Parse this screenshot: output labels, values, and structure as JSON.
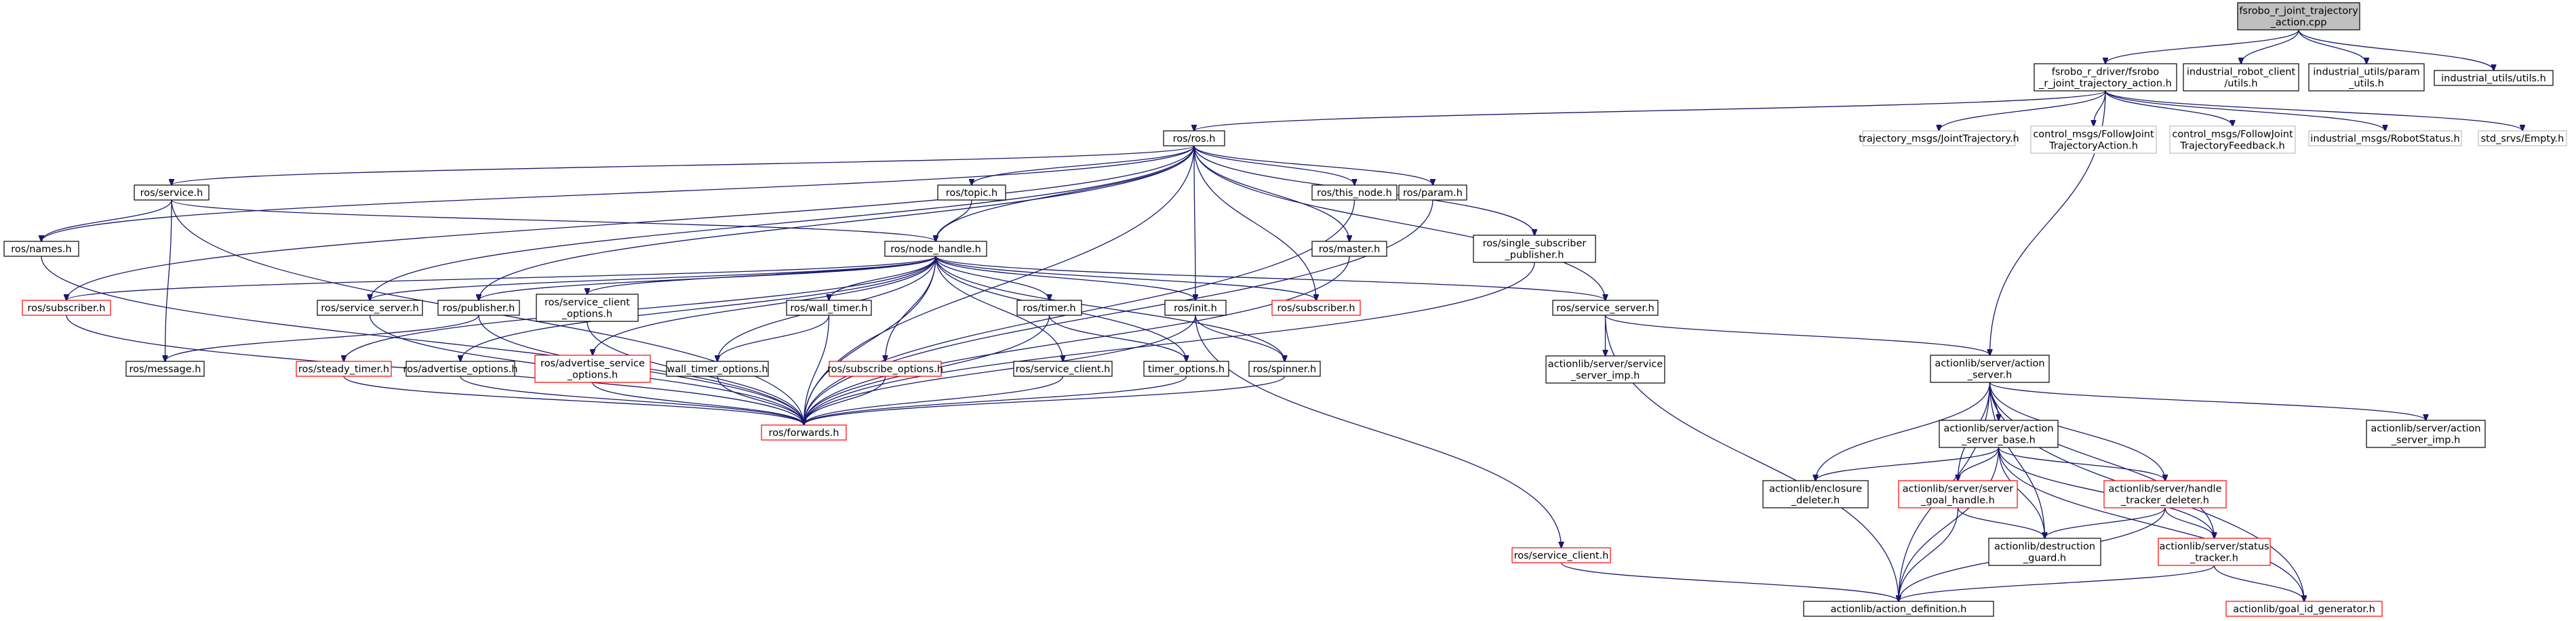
{
  "graph": {
    "colors": {
      "edge_main": "#191970",
      "edge_ros_h": "#191970",
      "edge_service_client": "#191970",
      "node_border": "#000000",
      "node_border_grey": "#bfbfbf",
      "node_border_red": "#ff0000",
      "root_fill": "#bfbfbf"
    },
    "nodes": [
      {
        "id": "root",
        "style": "root",
        "lines": [
          "fsrobo_r_joint_trajectory",
          "_action.cpp"
        ]
      },
      {
        "id": "driver_h",
        "style": "black",
        "lines": [
          "fsrobo_r_driver/fsrobo",
          "_r_joint_trajectory_action.h"
        ]
      },
      {
        "id": "ind_robot_client_utils",
        "style": "black",
        "lines": [
          "industrial_robot_client",
          "/utils.h"
        ]
      },
      {
        "id": "ind_utils_param",
        "style": "black",
        "lines": [
          "industrial_utils/param",
          "_utils.h"
        ]
      },
      {
        "id": "ind_utils_utils",
        "style": "black",
        "lines": [
          "industrial_utils/utils.h"
        ]
      },
      {
        "id": "ros_ros_h",
        "style": "black",
        "lines": [
          "ros/ros.h"
        ]
      },
      {
        "id": "traj_msgs",
        "style": "grey",
        "lines": [
          "trajectory_msgs/JointTrajectory.h"
        ]
      },
      {
        "id": "ctrl_action",
        "style": "grey",
        "lines": [
          "control_msgs/FollowJoint",
          "TrajectoryAction.h"
        ]
      },
      {
        "id": "ctrl_feedback",
        "style": "grey",
        "lines": [
          "control_msgs/FollowJoint",
          "TrajectoryFeedback.h"
        ]
      },
      {
        "id": "ind_msgs_status",
        "style": "grey",
        "lines": [
          "industrial_msgs/RobotStatus.h"
        ]
      },
      {
        "id": "std_srvs_empty",
        "style": "grey",
        "lines": [
          "std_srvs/Empty.h"
        ]
      },
      {
        "id": "ros_service_h",
        "style": "black",
        "lines": [
          "ros/service.h"
        ]
      },
      {
        "id": "ros_topic_h",
        "style": "black",
        "lines": [
          "ros/topic.h"
        ]
      },
      {
        "id": "ros_this_node_h",
        "style": "black",
        "lines": [
          "ros/this_node.h"
        ]
      },
      {
        "id": "ros_param_h",
        "style": "black",
        "lines": [
          "ros/param.h"
        ]
      },
      {
        "id": "ros_names_h",
        "style": "black",
        "lines": [
          "ros/names.h"
        ]
      },
      {
        "id": "ros_node_handle_h",
        "style": "black",
        "lines": [
          "ros/node_handle.h"
        ]
      },
      {
        "id": "ros_master_h",
        "style": "black",
        "lines": [
          "ros/master.h"
        ]
      },
      {
        "id": "ros_single_sub",
        "style": "black",
        "lines": [
          "ros/single_subscriber",
          "_publisher.h"
        ]
      },
      {
        "id": "ros_subscriber_h_left",
        "style": "red",
        "lines": [
          "ros/subscriber.h"
        ]
      },
      {
        "id": "ros_service_server_h_left",
        "style": "black",
        "lines": [
          "ros/service_server.h"
        ]
      },
      {
        "id": "ros_publisher_h",
        "style": "black",
        "lines": [
          "ros/publisher.h"
        ]
      },
      {
        "id": "ros_service_client_options",
        "style": "black",
        "lines": [
          "ros/service_client",
          "_options.h"
        ]
      },
      {
        "id": "ros_wall_timer_h",
        "style": "black",
        "lines": [
          "ros/wall_timer.h"
        ]
      },
      {
        "id": "ros_timer_h",
        "style": "black",
        "lines": [
          "ros/timer.h"
        ]
      },
      {
        "id": "ros_init_h",
        "style": "black",
        "lines": [
          "ros/init.h"
        ]
      },
      {
        "id": "ros_subscriber_h_right",
        "style": "red",
        "lines": [
          "ros/subscriber.h"
        ]
      },
      {
        "id": "ros_service_server_h_right",
        "style": "black",
        "lines": [
          "ros/service_server.h"
        ]
      },
      {
        "id": "ros_message_h",
        "style": "black",
        "lines": [
          "ros/message.h"
        ]
      },
      {
        "id": "ros_steady_timer_h",
        "style": "red",
        "lines": [
          "ros/steady_timer.h"
        ]
      },
      {
        "id": "ros_advertise_options_h",
        "style": "black",
        "lines": [
          "ros/advertise_options.h"
        ]
      },
      {
        "id": "ros_advertise_service_options_h",
        "style": "red",
        "lines": [
          "ros/advertise_service",
          "_options.h"
        ]
      },
      {
        "id": "wall_timer_options_h",
        "style": "black",
        "lines": [
          "wall_timer_options.h"
        ]
      },
      {
        "id": "ros_subscribe_options_h",
        "style": "red",
        "lines": [
          "ros/subscribe_options.h"
        ]
      },
      {
        "id": "ros_service_client_h_mid",
        "style": "black",
        "lines": [
          "ros/service_client.h"
        ]
      },
      {
        "id": "timer_options_h",
        "style": "black",
        "lines": [
          "timer_options.h"
        ]
      },
      {
        "id": "ros_spinner_h",
        "style": "black",
        "lines": [
          "ros/spinner.h"
        ]
      },
      {
        "id": "ros_forwards_h",
        "style": "red",
        "lines": [
          "ros/forwards.h"
        ]
      },
      {
        "id": "ros_service_client_h_low",
        "style": "red",
        "lines": [
          "ros/service_client.h"
        ]
      },
      {
        "id": "al_service_server_imp",
        "style": "black",
        "lines": [
          "actionlib/server/service",
          "_server_imp.h"
        ]
      },
      {
        "id": "al_action_server",
        "style": "black",
        "lines": [
          "actionlib/server/action",
          "_server.h"
        ]
      },
      {
        "id": "al_action_server_base",
        "style": "black",
        "lines": [
          "actionlib/server/action",
          "_server_base.h"
        ]
      },
      {
        "id": "al_action_server_imp",
        "style": "black",
        "lines": [
          "actionlib/server/action",
          "_server_imp.h"
        ]
      },
      {
        "id": "al_enclosure_deleter",
        "style": "black",
        "lines": [
          "actionlib/enclosure",
          "_deleter.h"
        ]
      },
      {
        "id": "al_server_goal_handle",
        "style": "red",
        "lines": [
          "actionlib/server/server",
          "_goal_handle.h"
        ]
      },
      {
        "id": "al_handle_tracker_deleter",
        "style": "red",
        "lines": [
          "actionlib/server/handle",
          "_tracker_deleter.h"
        ]
      },
      {
        "id": "al_destruction_guard",
        "style": "black",
        "lines": [
          "actionlib/destruction",
          "_guard.h"
        ]
      },
      {
        "id": "al_status_tracker",
        "style": "red",
        "lines": [
          "actionlib/server/status",
          "_tracker.h"
        ]
      },
      {
        "id": "al_action_definition",
        "style": "black",
        "lines": [
          "actionlib/action_definition.h"
        ]
      },
      {
        "id": "al_goal_id_generator",
        "style": "red",
        "lines": [
          "actionlib/goal_id_generator.h"
        ]
      }
    ],
    "edges": [
      [
        "root",
        "driver_h"
      ],
      [
        "root",
        "ind_robot_client_utils"
      ],
      [
        "root",
        "ind_utils_param"
      ],
      [
        "root",
        "ind_utils_utils"
      ],
      [
        "driver_h",
        "ros_ros_h"
      ],
      [
        "driver_h",
        "traj_msgs"
      ],
      [
        "driver_h",
        "ctrl_action"
      ],
      [
        "driver_h",
        "ctrl_feedback"
      ],
      [
        "driver_h",
        "ind_msgs_status"
      ],
      [
        "driver_h",
        "std_srvs_empty"
      ],
      [
        "driver_h",
        "al_action_server"
      ],
      [
        "ros_ros_h",
        "ros_service_h"
      ],
      [
        "ros_ros_h",
        "ros_topic_h"
      ],
      [
        "ros_ros_h",
        "ros_this_node_h"
      ],
      [
        "ros_ros_h",
        "ros_param_h"
      ],
      [
        "ros_ros_h",
        "ros_names_h"
      ],
      [
        "ros_ros_h",
        "ros_node_handle_h"
      ],
      [
        "ros_ros_h",
        "ros_master_h"
      ],
      [
        "ros_ros_h",
        "ros_single_sub"
      ],
      [
        "ros_ros_h",
        "ros_subscriber_h_left"
      ],
      [
        "ros_ros_h",
        "ros_service_server_h_left"
      ],
      [
        "ros_ros_h",
        "ros_publisher_h"
      ],
      [
        "ros_ros_h",
        "ros_init_h"
      ],
      [
        "ros_ros_h",
        "ros_subscriber_h_right"
      ],
      [
        "ros_ros_h",
        "ros_service_server_h_right"
      ],
      [
        "ros_ros_h",
        "ros_forwards_h"
      ],
      [
        "ros_service_h",
        "ros_names_h"
      ],
      [
        "ros_service_h",
        "ros_node_handle_h"
      ],
      [
        "ros_service_h",
        "ros_message_h"
      ],
      [
        "ros_service_h",
        "ros_forwards_h"
      ],
      [
        "ros_topic_h",
        "ros_node_handle_h"
      ],
      [
        "ros_names_h",
        "ros_forwards_h"
      ],
      [
        "ros_node_handle_h",
        "ros_subscriber_h_left"
      ],
      [
        "ros_node_handle_h",
        "ros_service_server_h_left"
      ],
      [
        "ros_node_handle_h",
        "ros_publisher_h"
      ],
      [
        "ros_node_handle_h",
        "ros_service_client_options"
      ],
      [
        "ros_node_handle_h",
        "ros_wall_timer_h"
      ],
      [
        "ros_node_handle_h",
        "ros_timer_h"
      ],
      [
        "ros_node_handle_h",
        "ros_init_h"
      ],
      [
        "ros_node_handle_h",
        "ros_subscriber_h_right"
      ],
      [
        "ros_node_handle_h",
        "ros_service_server_h_right"
      ],
      [
        "ros_node_handle_h",
        "ros_steady_timer_h"
      ],
      [
        "ros_node_handle_h",
        "ros_advertise_options_h"
      ],
      [
        "ros_node_handle_h",
        "ros_advertise_service_options_h"
      ],
      [
        "ros_node_handle_h",
        "wall_timer_options_h"
      ],
      [
        "ros_node_handle_h",
        "ros_subscribe_options_h"
      ],
      [
        "ros_node_handle_h",
        "ros_service_client_h_mid"
      ],
      [
        "ros_node_handle_h",
        "timer_options_h"
      ],
      [
        "ros_node_handle_h",
        "ros_spinner_h"
      ],
      [
        "ros_node_handle_h",
        "ros_forwards_h"
      ],
      [
        "ros_this_node_h",
        "ros_forwards_h"
      ],
      [
        "ros_param_h",
        "ros_forwards_h"
      ],
      [
        "ros_master_h",
        "ros_forwards_h"
      ],
      [
        "ros_single_sub",
        "ros_forwards_h"
      ],
      [
        "ros_subscriber_h_left",
        "ros_forwards_h"
      ],
      [
        "ros_service_server_h_left",
        "ros_forwards_h"
      ],
      [
        "ros_publisher_h",
        "ros_message_h"
      ],
      [
        "ros_publisher_h",
        "ros_forwards_h"
      ],
      [
        "ros_service_client_options",
        "ros_forwards_h"
      ],
      [
        "ros_wall_timer_h",
        "wall_timer_options_h"
      ],
      [
        "ros_wall_timer_h",
        "ros_forwards_h"
      ],
      [
        "ros_timer_h",
        "timer_options_h"
      ],
      [
        "ros_timer_h",
        "ros_forwards_h"
      ],
      [
        "ros_init_h",
        "ros_spinner_h"
      ],
      [
        "ros_init_h",
        "ros_forwards_h"
      ],
      [
        "ros_init_h",
        "ros_service_client_h_low"
      ],
      [
        "ros_steady_timer_h",
        "ros_forwards_h"
      ],
      [
        "ros_advertise_options_h",
        "ros_forwards_h"
      ],
      [
        "ros_advertise_service_options_h",
        "ros_forwards_h"
      ],
      [
        "wall_timer_options_h",
        "ros_forwards_h"
      ],
      [
        "ros_subscribe_options_h",
        "ros_forwards_h"
      ],
      [
        "ros_service_client_h_mid",
        "ros_forwards_h"
      ],
      [
        "timer_options_h",
        "ros_forwards_h"
      ],
      [
        "ros_spinner_h",
        "ros_forwards_h"
      ],
      [
        "ros_service_server_h_right",
        "al_service_server_imp"
      ],
      [
        "ros_service_server_h_right",
        "al_action_server"
      ],
      [
        "ros_service_server_h_right",
        "al_action_definition"
      ],
      [
        "ros_service_client_h_low",
        "al_action_definition"
      ],
      [
        "al_action_server",
        "al_action_server_base"
      ],
      [
        "al_action_server",
        "al_action_server_imp"
      ],
      [
        "al_action_server",
        "al_enclosure_deleter"
      ],
      [
        "al_action_server",
        "al_server_goal_handle"
      ],
      [
        "al_action_server",
        "al_handle_tracker_deleter"
      ],
      [
        "al_action_server",
        "al_destruction_guard"
      ],
      [
        "al_action_server",
        "al_status_tracker"
      ],
      [
        "al_action_server",
        "al_action_definition"
      ],
      [
        "al_action_server",
        "al_goal_id_generator"
      ],
      [
        "al_action_server_base",
        "al_enclosure_deleter"
      ],
      [
        "al_action_server_base",
        "al_server_goal_handle"
      ],
      [
        "al_action_server_base",
        "al_handle_tracker_deleter"
      ],
      [
        "al_action_server_base",
        "al_destruction_guard"
      ],
      [
        "al_action_server_base",
        "al_status_tracker"
      ],
      [
        "al_action_server_base",
        "al_action_definition"
      ],
      [
        "al_action_server_base",
        "al_goal_id_generator"
      ],
      [
        "al_server_goal_handle",
        "al_destruction_guard"
      ],
      [
        "al_server_goal_handle",
        "al_action_definition"
      ],
      [
        "al_handle_tracker_deleter",
        "al_destruction_guard"
      ],
      [
        "al_handle_tracker_deleter",
        "al_status_tracker"
      ],
      [
        "al_handle_tracker_deleter",
        "al_action_definition"
      ],
      [
        "al_status_tracker",
        "al_action_definition"
      ],
      [
        "al_status_tracker",
        "al_goal_id_generator"
      ]
    ]
  }
}
